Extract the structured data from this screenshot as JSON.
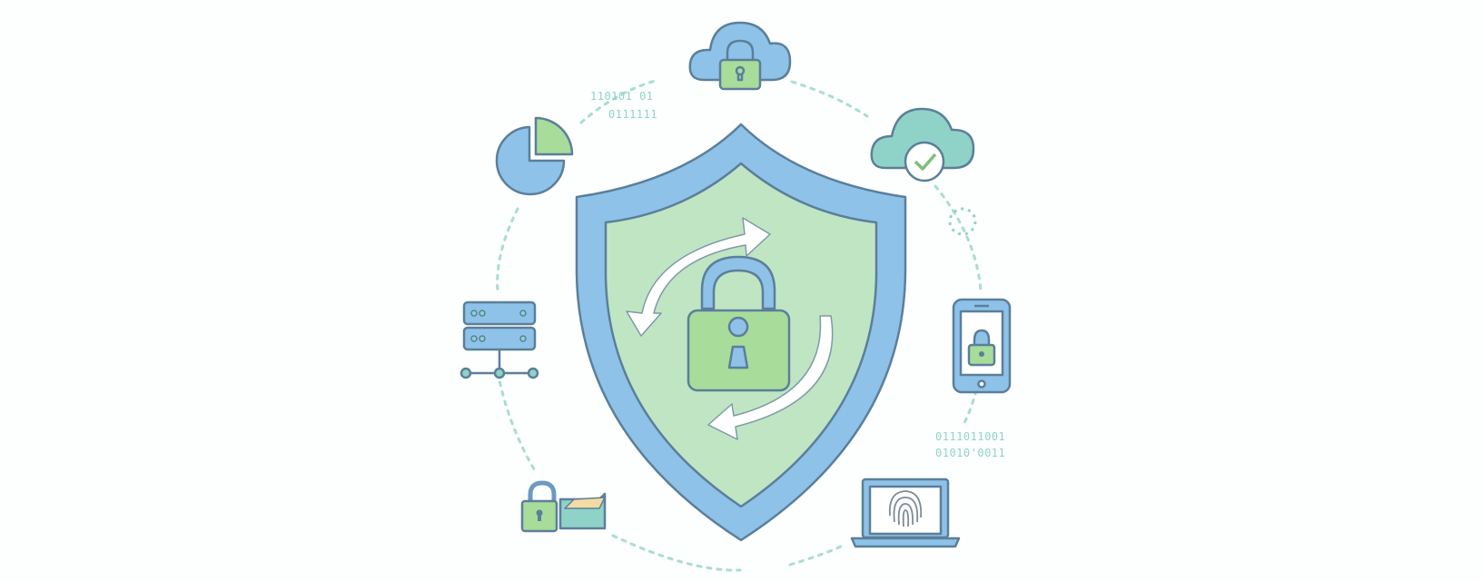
{
  "illustration": {
    "title": "Data security concept",
    "colors": {
      "background": "#fdfefe",
      "shield_outer": "#8ec2e8",
      "shield_inner": "#bfe5c3",
      "stroke": "#5b7f9a",
      "lock_green": "#a8dc9a",
      "lock_blue": "#8ec2e8",
      "teal": "#8fd3c8",
      "dashed_ring": "#a9ddd3"
    },
    "center": {
      "element": "shield",
      "contents": [
        "padlock",
        "circular-sync-arrows"
      ]
    },
    "orbit_icons": [
      {
        "id": "cloud-lock",
        "label": "cloud with padlock"
      },
      {
        "id": "cloud-check",
        "label": "cloud with check mark"
      },
      {
        "id": "mobile-lock",
        "label": "smartphone with padlock"
      },
      {
        "id": "laptop-fingerprint",
        "label": "laptop with fingerprint"
      },
      {
        "id": "lock-folder",
        "label": "padlock and folder"
      },
      {
        "id": "server-network",
        "label": "server rack network"
      },
      {
        "id": "pie-chart",
        "label": "pie chart"
      }
    ],
    "binary_text": {
      "top_left_line1": "110101 01",
      "top_left_line2": "0111111",
      "bottom_right_line1": "0111011001",
      "bottom_right_line2": "01010'0011"
    }
  }
}
